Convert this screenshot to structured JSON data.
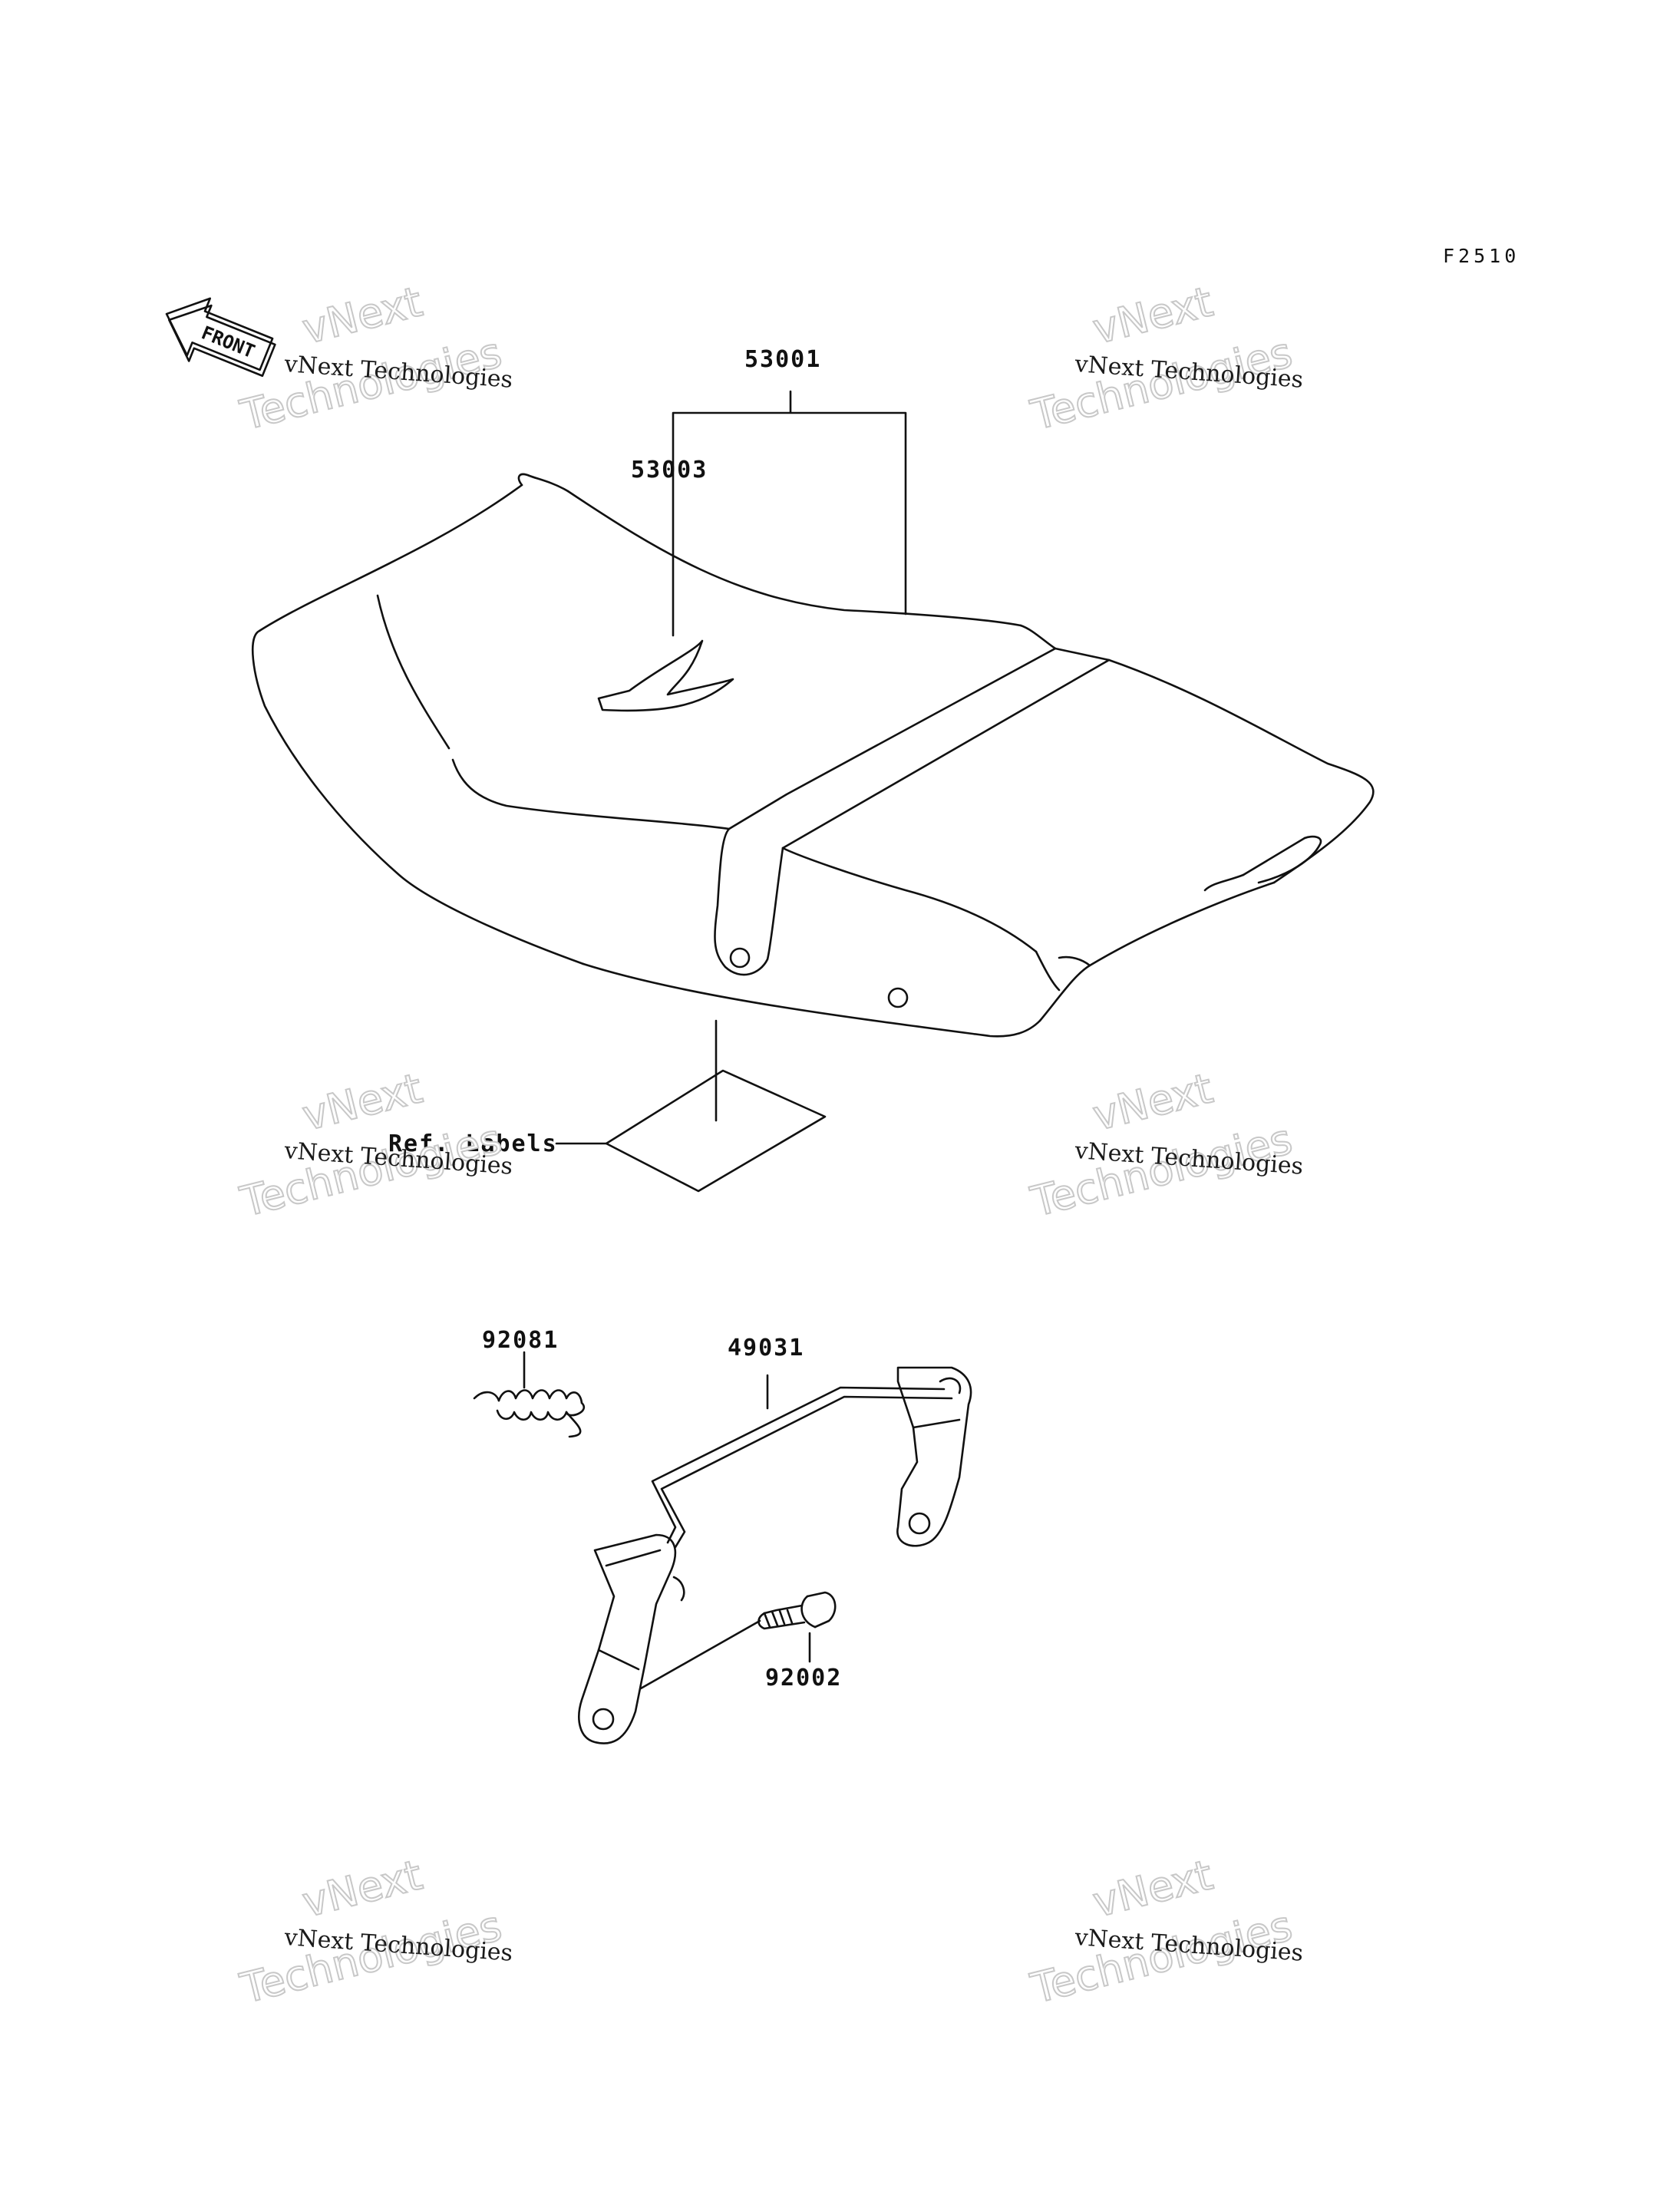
{
  "figure": {
    "code": "F2510"
  },
  "front_arrow": {
    "label": "FRONT"
  },
  "parts": {
    "seat_assy": "53001",
    "seat_label_part": "53003",
    "ref_labels": "Ref. Labels",
    "spring": "92081",
    "seat_bracket": "49031",
    "pin": "92002"
  },
  "watermark": {
    "small": "vNext Technologies",
    "big_line1": "vNext",
    "big_line2": "Technologies"
  }
}
